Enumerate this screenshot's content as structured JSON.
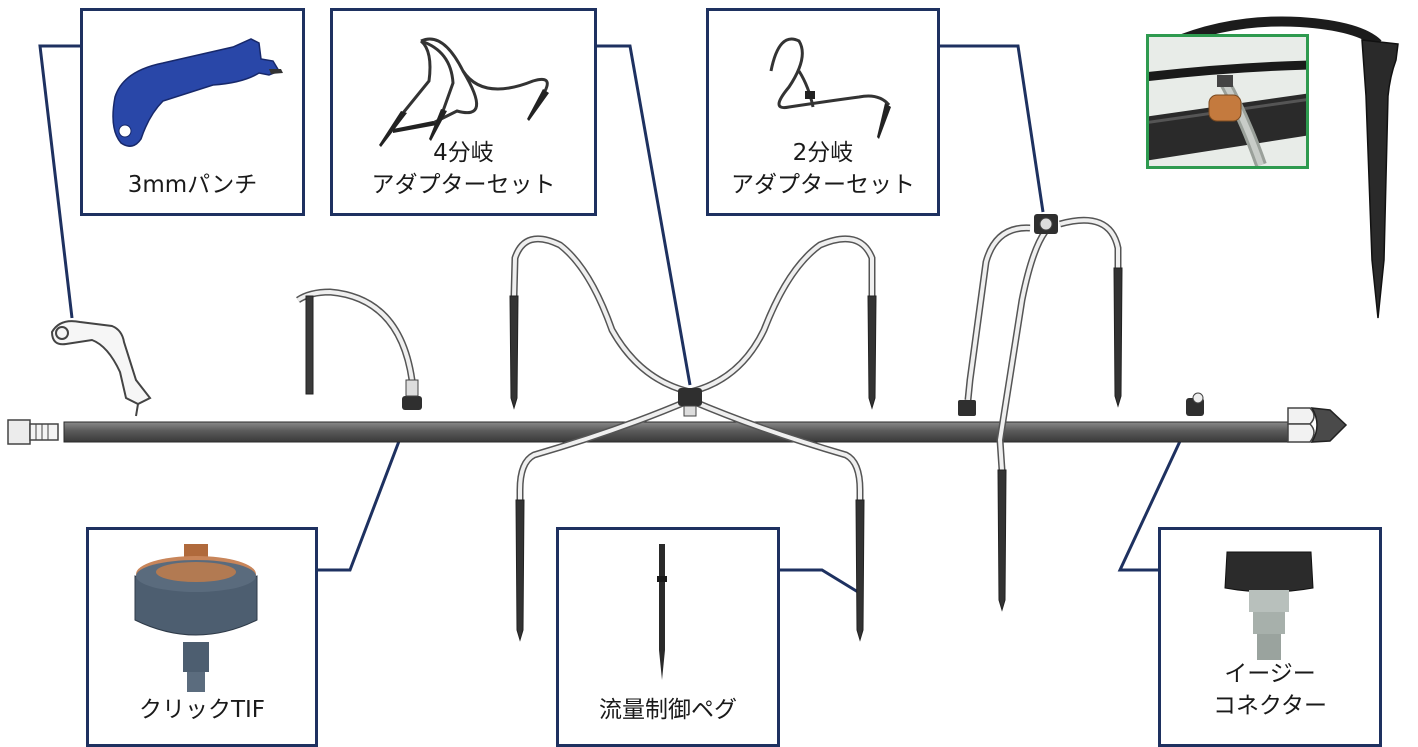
{
  "colors": {
    "callout_border": "#1e3160",
    "leader_line": "#1e3160",
    "inset_border": "#2e9a4f",
    "pipe": "#5a5a5a",
    "tube": "#e8e8e8"
  },
  "callouts": {
    "punch": {
      "label": "3mmパンチ",
      "icon": "blue-punch-tool"
    },
    "adapter4": {
      "label": "4分岐\nアダプターセット",
      "icon": "four-way-adapter-set"
    },
    "adapter2": {
      "label": "2分岐\nアダプターセット",
      "icon": "two-way-adapter-set"
    },
    "tif": {
      "label": "クリックTIF",
      "icon": "click-tif-dripper"
    },
    "peg": {
      "label": "流量制御ペグ",
      "icon": "flow-control-peg"
    },
    "connector": {
      "label": "イージー\nコネクター",
      "icon": "easy-connector"
    }
  },
  "inset_photo": {
    "icon": "easy-connector-on-pipe-photo"
  }
}
